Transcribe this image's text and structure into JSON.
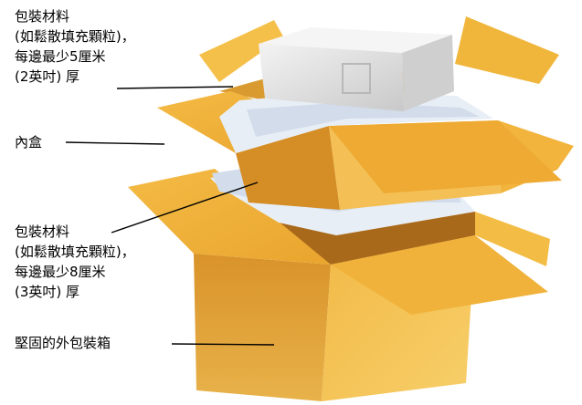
{
  "labels": {
    "inner_packing": {
      "line1": "包裝材料",
      "line2": "(如鬆散填充顆粒)，",
      "line3": "每邊最少5厘米",
      "line4": "(2英吋) 厚"
    },
    "inner_box": "內盒",
    "outer_packing": {
      "line1": "包裝材料",
      "line2": "(如鬆散填充顆粒)，",
      "line3": "每邊最少8厘米",
      "line4": "(3英吋) 厚"
    },
    "outer_box": "堅固的外包裝箱"
  },
  "colors": {
    "cardboard_light": "#f2b53f",
    "cardboard_mid": "#e29a24",
    "cardboard_dark": "#b8731a",
    "cardboard_inner": "#c8861e",
    "packing_peanuts": "#e8eef6",
    "device": "#dcdcdc",
    "leader_line": "#000000"
  },
  "icons": {
    "device": "device-icon"
  }
}
